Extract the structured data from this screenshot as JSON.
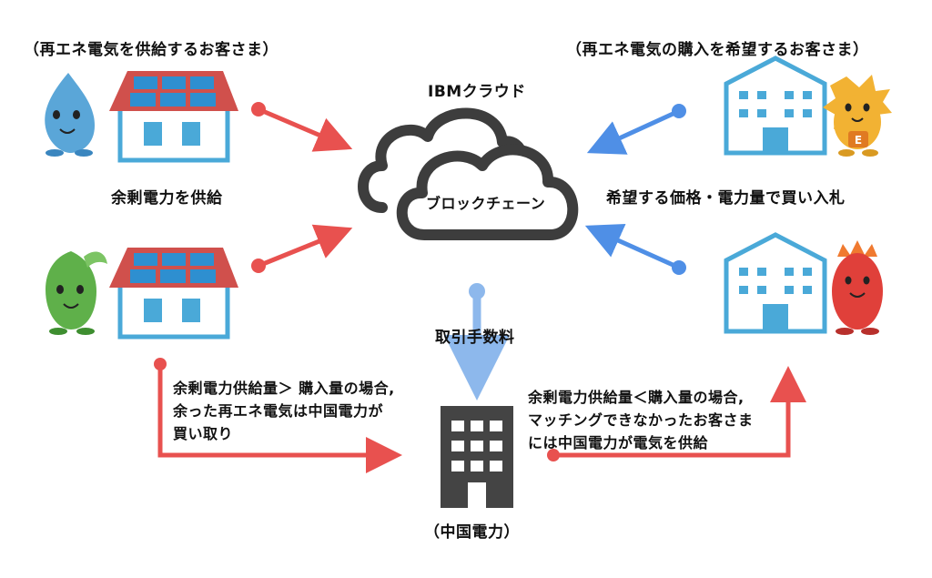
{
  "labels": {
    "seller_group": "（再エネ電気を供給するお客さま）",
    "buyer_group": "（再エネ電気の購入を希望するお客さま）",
    "cloud_title": "IBMクラウド",
    "blockchain": "ブロックチェーン",
    "surplus_supply": "余剰電力を供給",
    "bid": "希望する価格・電力量で買い入札",
    "fee": "取引手数料",
    "case_surplus": "余剰電力供給量＞ 購入量の場合,\n余った再エネ電気は中国電力が\n買い取り",
    "case_shortage": "余剰電力供給量＜購入量の場合,\nマッチングできなかったお客さま\nには中国電力が電気を供給",
    "utility": "（中国電力）",
    "mascot_letter": "E"
  },
  "colors": {
    "red_arrow": "#e8514f",
    "blue_arrow": "#4f8fe6",
    "light_blue_arrow": "#8db8ec",
    "house": "#4aa9d8",
    "panel_frame": "#d0504c",
    "panel": "#2e8fd0",
    "cloud": "#3d3d3d",
    "building_blue": "#4aa9d8",
    "building_gray": "#444444",
    "mascot_blue": "#5aa6d8",
    "mascot_green": "#5fb04a",
    "mascot_yellow": "#f2b233",
    "mascot_red": "#e0403a"
  }
}
